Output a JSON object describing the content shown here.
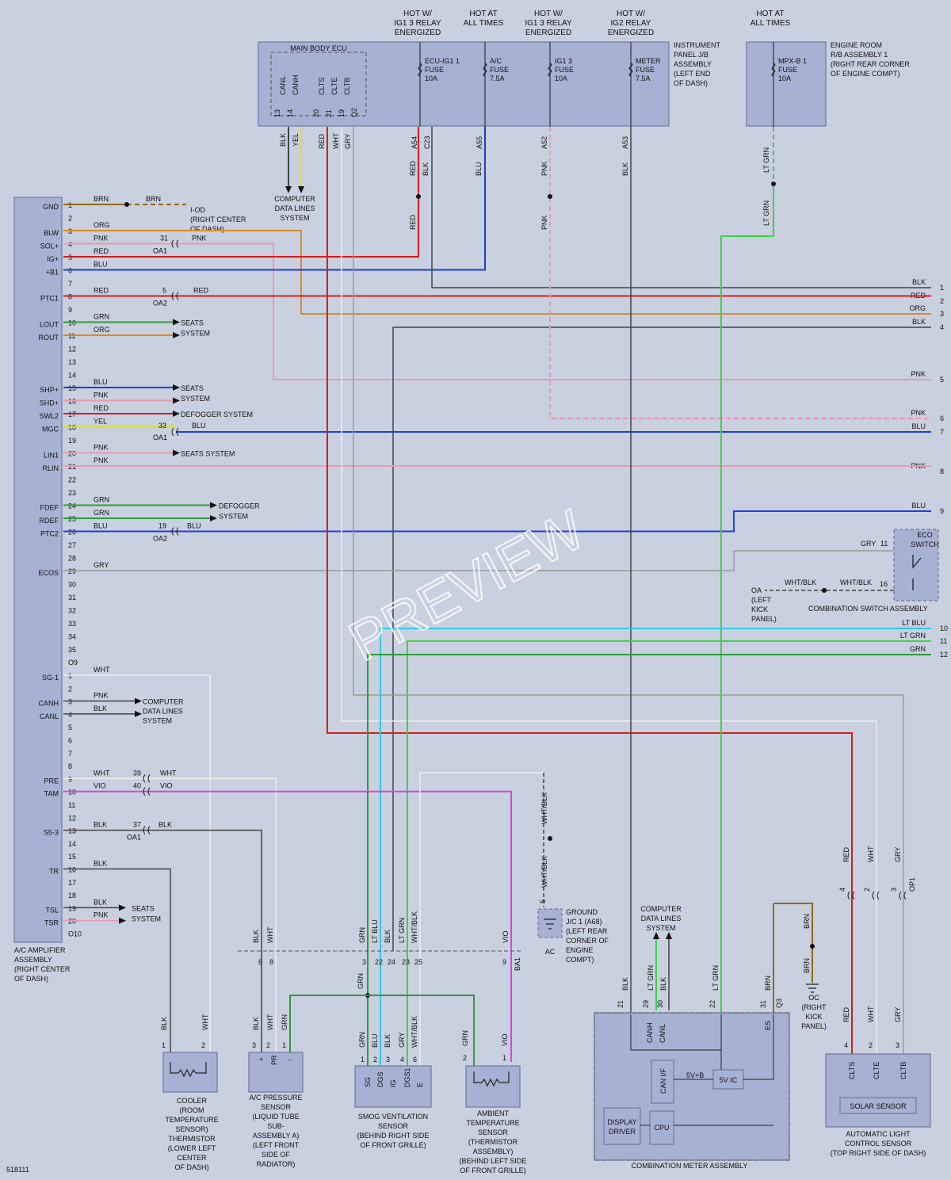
{
  "header_notes": [
    {
      "id": "hot-ig13-1",
      "lines": [
        "HOT W/",
        "IG1 3 RELAY",
        "ENERGIZED"
      ]
    },
    {
      "id": "hot-all-1",
      "lines": [
        "HOT AT",
        "ALL TIMES"
      ]
    },
    {
      "id": "hot-ig13-2",
      "lines": [
        "HOT W/",
        "IG1 3 RELAY",
        "ENERGIZED"
      ]
    },
    {
      "id": "hot-ig2",
      "lines": [
        "HOT W/",
        "IG2 RELAY",
        "ENERGIZED"
      ]
    },
    {
      "id": "hot-all-2",
      "lines": [
        "HOT AT",
        "ALL TIMES"
      ]
    }
  ],
  "instrument_panel": {
    "main_body_ecu": "MAIN BODY ECU",
    "ecu_pins": [
      "CANL",
      "CANH",
      "CLTS",
      "CLTE",
      "CLTB"
    ],
    "ecu_pin_nums": [
      "13",
      "14",
      "20",
      "21",
      "19",
      "Q2"
    ],
    "fuses": [
      {
        "name": "ECU-IG1 1",
        "word": "FUSE",
        "amps": "10A"
      },
      {
        "name": "A/C",
        "word": "FUSE",
        "amps": "7.5A"
      },
      {
        "name": "IG1 3",
        "word": "FUSE",
        "amps": "10A"
      },
      {
        "name": "METER",
        "word": "FUSE",
        "amps": "7.5A"
      }
    ],
    "label": [
      "INSTRUMENT",
      "PANEL J/B",
      "ASSEMBLY",
      "(LEFT END",
      "OF DASH)"
    ]
  },
  "engine_room": {
    "fuse": {
      "name": "MPX-B 1",
      "word": "FUSE",
      "amps": "10A"
    },
    "label": [
      "ENGINE ROOM",
      "R/B ASSEMBLY 1",
      "(RIGHT REAR CORNER",
      "OF ENGINE COMPT)"
    ]
  },
  "vertical_wire_labels": {
    "ecu_wires": [
      "BLK",
      "YEL",
      "RED",
      "WHT",
      "GRY"
    ],
    "fuse_conns": [
      "A54",
      "C23",
      "A55",
      "A52",
      "A53"
    ],
    "red_blk": [
      "RED",
      "BLK"
    ],
    "red": "RED",
    "blu": "BLU",
    "pnk1": "PNK",
    "pnk2": "PNK",
    "blk": "BLK",
    "ltgrn1": "LT GRN",
    "ltgrn2": "LT GRN"
  },
  "computer_data_top": [
    "COMPUTER",
    "DATA LINES",
    "SYSTEM"
  ],
  "amplifier": {
    "pin_labels": [
      {
        "pin": "1",
        "name": "GND"
      },
      {
        "pin": "2",
        "name": ""
      },
      {
        "pin": "3",
        "name": "BLW"
      },
      {
        "pin": "4",
        "name": "SOL+"
      },
      {
        "pin": "5",
        "name": "IG+"
      },
      {
        "pin": "6",
        "name": "+B1"
      },
      {
        "pin": "8",
        "name": "PTC1"
      },
      {
        "pin": "10",
        "name": "LOUT"
      },
      {
        "pin": "11",
        "name": "ROUT"
      },
      {
        "pin": "15",
        "name": "SHP+"
      },
      {
        "pin": "16",
        "name": "SHD+"
      },
      {
        "pin": "17",
        "name": "SWL2"
      },
      {
        "pin": "18",
        "name": "MGC"
      },
      {
        "pin": "20",
        "name": "LIN1"
      },
      {
        "pin": "21",
        "name": "RLIN"
      },
      {
        "pin": "24",
        "name": "FDEF"
      },
      {
        "pin": "25",
        "name": "RDEF"
      },
      {
        "pin": "26",
        "name": "PTC2"
      },
      {
        "pin": "29",
        "name": "ECOS"
      }
    ],
    "pins_top": [
      "1",
      "2",
      "3",
      "4",
      "5",
      "6",
      "7",
      "8",
      "9",
      "10",
      "11",
      "12",
      "13",
      "14",
      "15",
      "16",
      "17",
      "18",
      "19",
      "20",
      "21",
      "22",
      "23",
      "24",
      "25",
      "26",
      "27",
      "28",
      "29",
      "30",
      "31",
      "32",
      "33",
      "34",
      "35"
    ],
    "conn_top": "O9",
    "pins_bottom": [
      "1",
      "2",
      "3",
      "4",
      "5",
      "6",
      "7",
      "8",
      "9",
      "10",
      "11",
      "12",
      "13",
      "14",
      "15",
      "16",
      "17",
      "18",
      "19",
      "20"
    ],
    "pin_labels_bottom": [
      {
        "pin": "1",
        "name": "SG-1"
      },
      {
        "pin": "3",
        "name": "CANH"
      },
      {
        "pin": "4",
        "name": "CANL"
      },
      {
        "pin": "9",
        "name": "PRE"
      },
      {
        "pin": "10",
        "name": "TAM"
      },
      {
        "pin": "13",
        "name": "S5-3"
      },
      {
        "pin": "16",
        "name": "TR"
      },
      {
        "pin": "19",
        "name": "TSL"
      },
      {
        "pin": "20",
        "name": "TSR"
      }
    ],
    "conn_bottom": "O10",
    "label": [
      "A/C AMPLIFIER",
      "ASSEMBLY",
      "(RIGHT CENTER",
      "OF DASH)"
    ]
  },
  "wire_colors_left": {
    "p1": "BRN",
    "p1b": "BRN",
    "p3": "ORG",
    "p4": "PNK",
    "p4b": "PNK",
    "p5": "RED",
    "p6": "BLU",
    "p8": "RED",
    "p8b": "RED",
    "p10": "GRN",
    "p11": "ORG",
    "p15": "BLU",
    "p16": "PNK",
    "p17": "RED",
    "p18": "YEL",
    "p18b": "BLU",
    "p20": "PNK",
    "p21": "PNK",
    "p24": "GRN",
    "p25": "GRN",
    "p26": "BLU",
    "p26b": "BLU",
    "p29": "GRY",
    "b1": "WHT",
    "b3": "PNK",
    "b4": "BLK",
    "b9": "WHT",
    "b9b": "WHT",
    "b10": "VIO",
    "b10b": "VIO",
    "b13": "BLK",
    "b13b": "BLK",
    "b16": "BLK",
    "b19": "BLK",
    "b20": "PNK"
  },
  "splices": {
    "oa1_31": "31",
    "oa1_a": "OA1",
    "oa2_5": "5",
    "oa2_a": "OA2",
    "oa1_33": "33",
    "oa1_b": "OA1",
    "oa2_19": "19",
    "oa2_b": "OA2",
    "s39": "39",
    "s40": "40",
    "s37": "37",
    "oa1_c": "OA1"
  },
  "ground_od": [
    "I-OD",
    "(RIGHT CENTER",
    "OF DASH)"
  ],
  "systems": {
    "seats1": [
      "SEATS",
      "SYSTEM"
    ],
    "seats2": [
      "SEATS",
      "SYSTEM"
    ],
    "defogger1": "DEFOGGER SYSTEM",
    "seats3": "SEATS SYSTEM",
    "defogger2": [
      "DEFOGGER",
      "SYSTEM"
    ],
    "computer_mid": [
      "COMPUTER",
      "DATA LINES",
      "SYSTEM"
    ],
    "seats4": [
      "SEATS",
      "SYSTEM"
    ]
  },
  "right_wires": [
    {
      "num": "1",
      "color": "BLK"
    },
    {
      "num": "2",
      "color": "RED"
    },
    {
      "num": "3",
      "color": "ORG"
    },
    {
      "num": "4",
      "color": "BLK"
    },
    {
      "num": "5",
      "color": "PNK"
    },
    {
      "num": "6",
      "color": "PNK"
    },
    {
      "num": "7",
      "color": "BLU"
    },
    {
      "num": "8",
      "color": "PNK"
    },
    {
      "num": "9",
      "color": "BLU"
    },
    {
      "num": "10",
      "color": "LT BLU"
    },
    {
      "num": "11",
      "color": "LT GRN"
    },
    {
      "num": "12",
      "color": "GRN"
    }
  ],
  "eco_switch": {
    "title": [
      "ECO",
      "SWITCH"
    ],
    "gry": "GRY",
    "pin11": "11",
    "whtblk1": "WHT/BLK",
    "whtblk2": "WHT/BLK",
    "pin16": "16",
    "ground": [
      "OA",
      "(LEFT",
      "KICK",
      "PANEL)"
    ],
    "label": "COMBINATION SWITCH ASSEMBLY"
  },
  "ground_ac": {
    "whtblk1": "WHT/BLK",
    "whtblk2": "WHT/BLK",
    "pin5": "5",
    "label": [
      "GROUND",
      "J/C 1 (A68)",
      "(LEFT REAR",
      "CORNER OF",
      "ENGINE",
      "COMPT)"
    ],
    "ac": "AC"
  },
  "bottom_wire_labels": {
    "cooler": [
      "BLK",
      "WHT"
    ],
    "cooler_pins": [
      "6",
      "8"
    ],
    "smog": [
      "GRN",
      "LT BLU",
      "BLK",
      "LT GRN",
      "WHT/BLK"
    ],
    "smog_pins": [
      "3",
      "22",
      "24",
      "23",
      "25"
    ],
    "amb": [
      "VIO"
    ],
    "amb_pins": [
      "9"
    ],
    "ba1": "BA1"
  },
  "cooler": {
    "wires": [
      "BLK",
      "WHT"
    ],
    "pins": [
      "1",
      "2"
    ],
    "label": [
      "COOLER",
      "(ROOM",
      "TEMPERATURE",
      "SENSOR)",
      "THERMISTOR",
      "(LOWER LEFT",
      "CENTER",
      "OF DASH)"
    ]
  },
  "pressure": {
    "wires": [
      "BLK",
      "WHT",
      "GRN"
    ],
    "pins": [
      "3",
      "2",
      "1"
    ],
    "inside": [
      "+",
      "PR",
      "-"
    ],
    "label": [
      "A/C PRESSURE",
      "SENSOR",
      "(LIQUID TUBE",
      "SUB-",
      "ASSEMBLY A)",
      "(LEFT FRONT",
      "SIDE OF",
      "RADIATOR)"
    ]
  },
  "smog": {
    "wires": [
      "GRN",
      "BLU",
      "BLK",
      "GRY",
      "WHT/BLK"
    ],
    "pins": [
      "1",
      "2",
      "3",
      "4",
      "6"
    ],
    "inside": [
      "SG",
      "DGS",
      "IG",
      "DGS1",
      "E"
    ],
    "label": [
      "SMOG VENTILATION",
      "SENSOR",
      "(BEHIND RIGHT SIDE",
      "OF FRONT GRILLE)"
    ]
  },
  "ambient": {
    "wires": [
      "GRN",
      "VIO"
    ],
    "pins": [
      "2",
      "1"
    ],
    "label": [
      "AMBIENT",
      "TEMPERATURE",
      "SENSOR",
      "(THERMISTOR",
      "ASSEMBLY)",
      "(BEHIND LEFT SIDE",
      "OF FRONT GRILLE)"
    ]
  },
  "grn_splice_label": "GRN",
  "meter": {
    "computer_data": [
      "COMPUTER",
      "DATA LINES",
      "SYSTEM"
    ],
    "wires": [
      "BLK",
      "LT GRN",
      "BLK",
      "LT GRN",
      "BRN"
    ],
    "pins": [
      "21",
      "29",
      "30",
      "22",
      "31",
      "Q3"
    ],
    "inside_pins": [
      "CANH",
      "CANL",
      "ES"
    ],
    "can_if": "CAN I/F",
    "five_vb": "5V+B",
    "five_vic": "5V IC",
    "cpu": "CPU",
    "display": [
      "DISPLAY",
      "DRIVER"
    ],
    "label": "COMBINATION METER ASSEMBLY"
  },
  "ground_oc": {
    "wires": [
      "BRN",
      "BRN"
    ],
    "label": [
      "OC",
      "(RIGHT",
      "KICK",
      "PANEL)"
    ]
  },
  "solar": {
    "wires_top": [
      "RED",
      "WHT",
      "GRY"
    ],
    "conn_top": [
      "4",
      "2",
      "3",
      "OP1"
    ],
    "wires": [
      "RED",
      "WHT",
      "GRY"
    ],
    "pins": [
      "4",
      "2",
      "3"
    ],
    "inside": [
      "CLTS",
      "CLTE",
      "CLTB"
    ],
    "sensor": "SOLAR SENSOR",
    "label": [
      "AUTOMATIC LIGHT",
      "CONTROL SENSOR",
      "(TOP RIGHT SIDE OF DASH)"
    ]
  },
  "footer_id": "518111",
  "watermark": "PREVIEW",
  "colors": {
    "BLK": "#444444",
    "RED": "#d21f1f",
    "ORG": "#d98a2b",
    "PNK": "#e89ab0",
    "BLU": "#1f3fd8",
    "GRN": "#2e9b3a",
    "LTGRN": "#3fd24a",
    "LTBLU": "#33c9e0",
    "YEL": "#e0e02a",
    "WHT": "#eeeeee",
    "GRY": "#9a9a9a",
    "VIO": "#d14ad1",
    "BRN": "#8b6a1f"
  }
}
